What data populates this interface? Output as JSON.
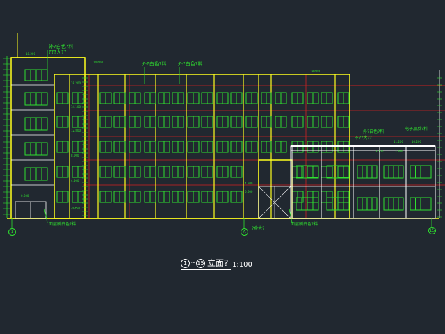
{
  "drawing": {
    "title": {
      "axis_start": "1",
      "tilde": "~",
      "axis_end": "15",
      "text": "立面?",
      "scale": "1:100"
    },
    "axis_markers": [
      "1",
      "A",
      "15"
    ],
    "labels": [
      "外?白色?料",
      "???大??",
      "外?白色?料",
      "外?白色?料",
      "外?白色?料",
      "不??大??",
      "电子加反?料",
      "面层刷白色?料",
      "?金大?",
      "面层刷白色?料"
    ],
    "elevations": [
      "18.200",
      "14.600",
      "18.600",
      "18.200",
      "14.100",
      "12.800",
      "11.200",
      "10.200",
      "8.000",
      "4.500",
      "3.700",
      "3.700",
      "0.600",
      "-0.450",
      "4.500",
      "0.600"
    ]
  },
  "colors": {
    "background": "#212830",
    "outline": "#ffff1e",
    "window": "#2fe02f",
    "grid": "#d42121",
    "white": "#ffffff"
  }
}
